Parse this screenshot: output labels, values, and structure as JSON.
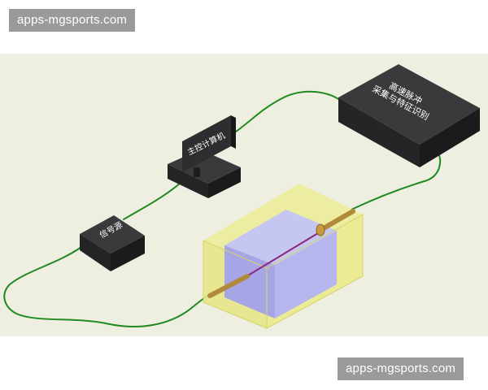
{
  "watermarks": {
    "top": "apps-mgsports.com",
    "bottom": "apps-mgsports.com"
  },
  "diagram": {
    "host_computer": "主控计算机",
    "signal_source": "信号源",
    "acquisition_line1": "高速脉冲",
    "acquisition_line2": "采集与特征识别"
  },
  "colors": {
    "background": "#efefe1",
    "box_dark": "#2d2d30",
    "cable": "#1f8a1f",
    "container_fill": "#f0f08a",
    "liquid_fill": "#b3b3ee",
    "probe": "#b08a3a",
    "watermark_bg": "#9a9a9a"
  }
}
